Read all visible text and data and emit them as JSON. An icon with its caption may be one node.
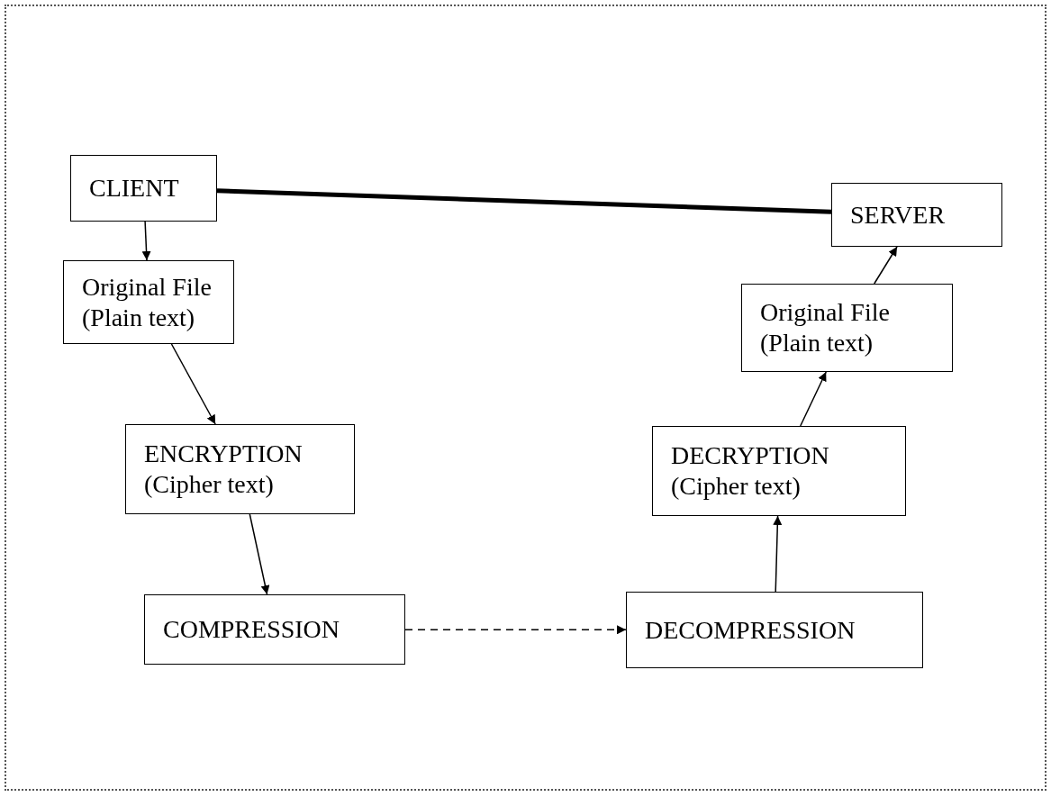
{
  "diagram": {
    "nodes": [
      {
        "text": [
          "CLIENT"
        ]
      },
      {
        "text": [
          "Original File",
          "(Plain text)"
        ]
      },
      {
        "text": [
          "ENCRYPTION",
          "(Cipher text)"
        ]
      },
      {
        "text": [
          "COMPRESSION"
        ]
      },
      {
        "text": [
          "SERVER"
        ]
      },
      {
        "text": [
          "Original File",
          "(Plain text)"
        ]
      },
      {
        "text": [
          "DECRYPTION",
          "(Cipher text)"
        ]
      },
      {
        "text": [
          "DECOMPRESSION"
        ]
      }
    ],
    "edges": [
      {
        "from": 0,
        "to": 4,
        "arrow": "none",
        "style": "thick"
      },
      {
        "from": 0,
        "to": 1,
        "arrow": "to"
      },
      {
        "from": 1,
        "to": 2,
        "arrow": "to"
      },
      {
        "from": 2,
        "to": 3,
        "arrow": "to"
      },
      {
        "from": 3,
        "to": 7,
        "arrow": "to",
        "style": "dashed"
      },
      {
        "from": 7,
        "to": 6,
        "arrow": "to"
      },
      {
        "from": 6,
        "to": 5,
        "arrow": "to"
      },
      {
        "from": 5,
        "to": 4,
        "arrow": "to"
      }
    ]
  }
}
